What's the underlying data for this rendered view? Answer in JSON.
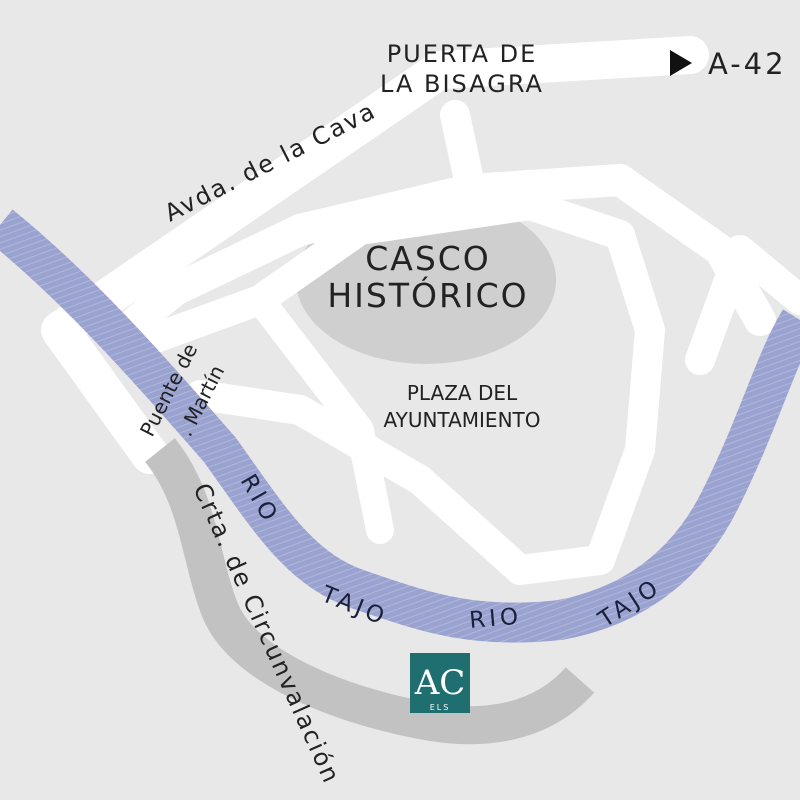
{
  "colors": {
    "background": "#e8e8e8",
    "road": "#ffffff",
    "river": "#8f98c9",
    "ring_road": "#c2c2c2",
    "historic_area": "#cfcfcf",
    "logo": "#1f6f70"
  },
  "labels": {
    "puerta_line1": "PUERTA DE",
    "puerta_line2": "LA BISAGRA",
    "a42": "A-42",
    "avda_cava": "Avda. de la Cava",
    "casco_line1": "CASCO",
    "casco_line2": "HISTÓRICO",
    "plaza_line1": "PLAZA DEL",
    "plaza_line2": "AYUNTAMIENTO",
    "puente_line1": "Puente de",
    "puente_line2": ". Martín",
    "crta": "Crta. de Circunvalación",
    "rio1": "RIO",
    "tajo1": "TAJO",
    "rio2": "RIO",
    "tajo2": "TAJO"
  },
  "logo": {
    "text": "AC",
    "subtext": "ELS"
  },
  "icons": {
    "direction_arrow": "triangle-right-icon"
  }
}
